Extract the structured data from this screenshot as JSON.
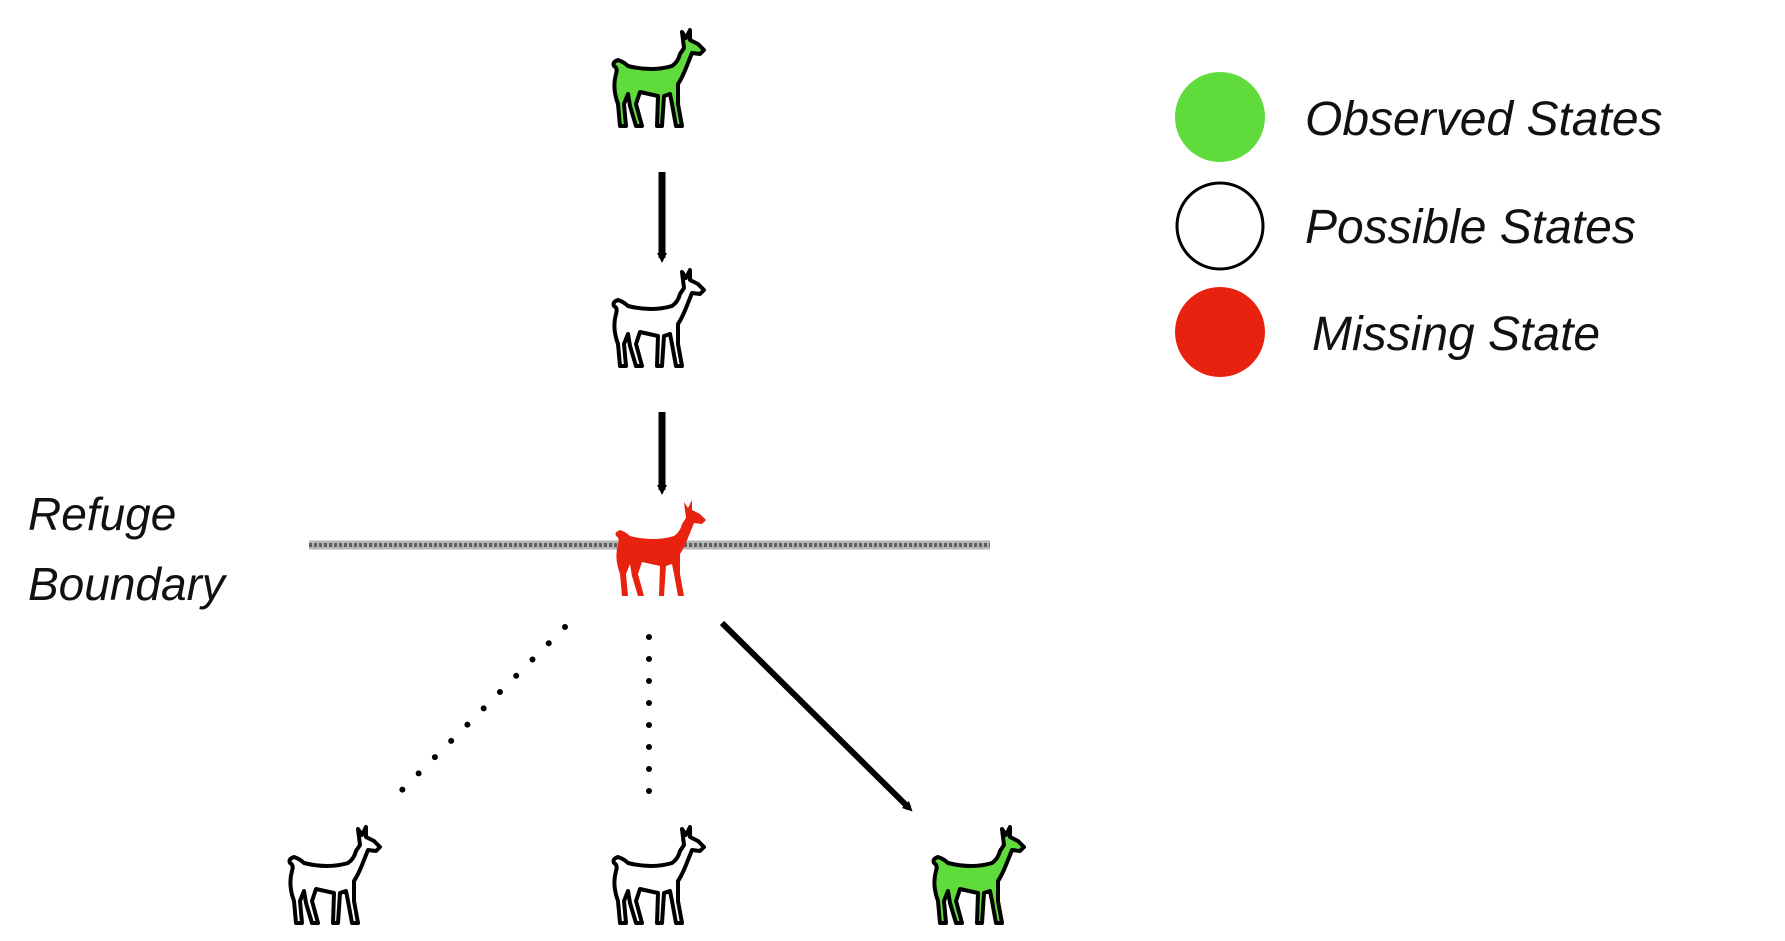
{
  "colors": {
    "observed": "#5fdb3b",
    "possible": "#ffffff",
    "missing": "#e8220f",
    "stroke": "#000000",
    "boundary": "#808080"
  },
  "legend": {
    "observed_label": "Observed States",
    "possible_label": "Possible States",
    "missing_label": "Missing State"
  },
  "boundary": {
    "label_line1": "Refuge",
    "label_line2": "Boundary"
  },
  "states": {
    "top": "observed",
    "middle": "possible",
    "boundary": "missing",
    "bottom_left": "possible",
    "bottom_middle": "possible",
    "bottom_right": "observed"
  }
}
